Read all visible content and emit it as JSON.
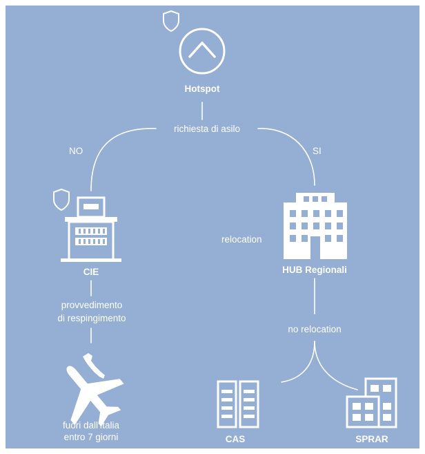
{
  "nodes": {
    "hotspot": "Hotspot",
    "cie": "CIE",
    "hub": "HUB Regionali",
    "cas": "CAS",
    "sprar": "SPRAR",
    "outside": "fuori dall'Italia\nentro 7 giorni"
  },
  "edges": {
    "asylum_request": "richiesta di asilo",
    "no": "NO",
    "yes": "SI",
    "rejection": "provvedimento\ndi respingimento",
    "relocation": "relocation",
    "no_relocation": "no relocation"
  },
  "icons": [
    "shield-icon",
    "chevron-up-circle-icon",
    "building-icon",
    "office-building-icon",
    "italy-map-icon",
    "airplane-icon",
    "apartment-icon"
  ],
  "colors": {
    "background": "#95aed3",
    "foreground": "#ffffff"
  }
}
